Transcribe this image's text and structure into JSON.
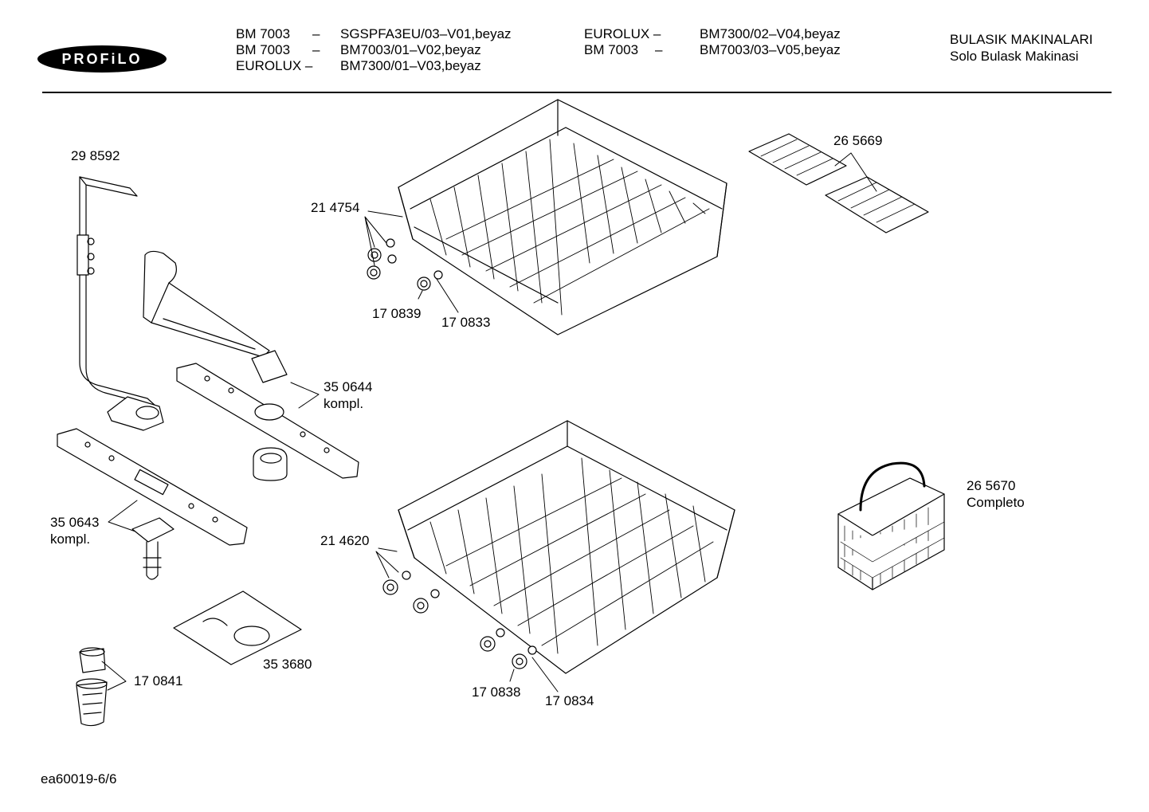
{
  "header": {
    "logo": "PROFiLO",
    "models": [
      {
        "brand": "BM 7003",
        "sep": "–",
        "code": "SGSPFA3EU/03–V01,beyaz"
      },
      {
        "brand": "BM 7003",
        "sep": "–",
        "code": "BM7003/01–V02,beyaz"
      },
      {
        "brand": "EUROLUX –",
        "sep": "",
        "code": "BM7300/01–V03,beyaz"
      },
      {
        "brand": "EUROLUX –",
        "sep": "",
        "code": "BM7300/02–V04,beyaz"
      },
      {
        "brand": "BM 7003",
        "sep": "–",
        "code": "BM7003/03–V05,beyaz"
      }
    ],
    "category": "BULASIK MAKINALARI",
    "subcategory": "Solo Bulask Makinasi"
  },
  "parts": {
    "p298592": "29 8592",
    "p214754": "21 4754",
    "p170839": "17 0839",
    "p170833": "17 0833",
    "p265669": "26 5669",
    "p350644": "35 0644",
    "p350644_note": "kompl.",
    "p350643": "35 0643",
    "p350643_note": "kompl.",
    "p214620": "21 4620",
    "p265670": "26 5670",
    "p265670_note": "Completo",
    "p353680": "35 3680",
    "p170841": "17 0841",
    "p170838": "17 0838",
    "p170834": "17 0834"
  },
  "footer": {
    "doc_id": "ea60019-6/6"
  }
}
